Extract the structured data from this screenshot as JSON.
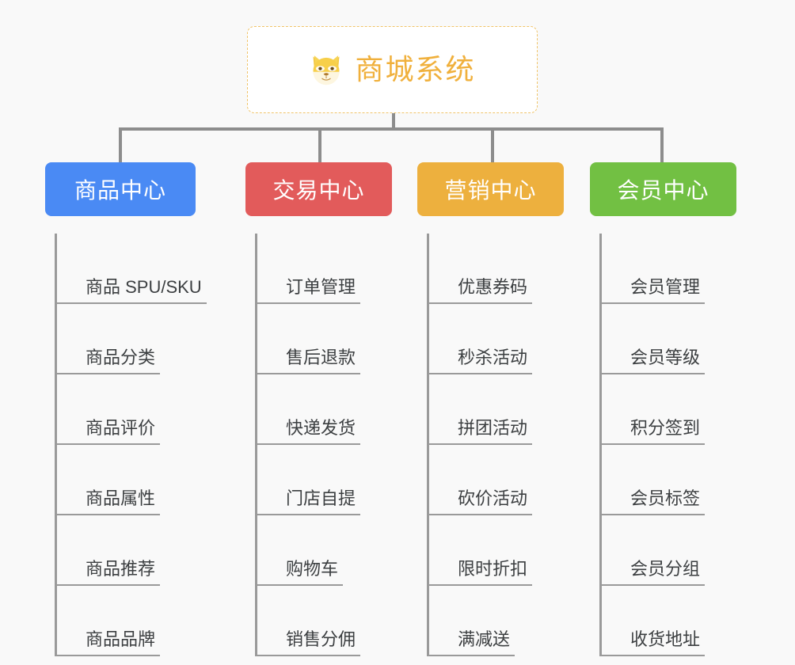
{
  "page": {
    "background_color": "#f9f9f9",
    "type": "mind-map"
  },
  "root": {
    "title": "商城系统",
    "icon": "shiba-dog-icon",
    "text_color": "#f0b03c",
    "border_color": "#f0c46a",
    "background_color": "#ffffff"
  },
  "categories": [
    {
      "label": "商品中心",
      "color": "#4a8af4",
      "items": [
        "商品 SPU/SKU",
        "商品分类",
        "商品评价",
        "商品属性",
        "商品推荐",
        "商品品牌"
      ]
    },
    {
      "label": "交易中心",
      "color": "#e25b5b",
      "items": [
        "订单管理",
        "售后退款",
        "快递发货",
        "门店自提",
        "购物车",
        "销售分佣"
      ]
    },
    {
      "label": "营销中心",
      "color": "#edb03e",
      "items": [
        "优惠券码",
        "秒杀活动",
        "拼团活动",
        "砍价活动",
        "限时折扣",
        "满减送"
      ]
    },
    {
      "label": "会员中心",
      "color": "#72c043",
      "items": [
        "会员管理",
        "会员等级",
        "积分签到",
        "会员标签",
        "会员分组",
        "收货地址"
      ]
    }
  ]
}
